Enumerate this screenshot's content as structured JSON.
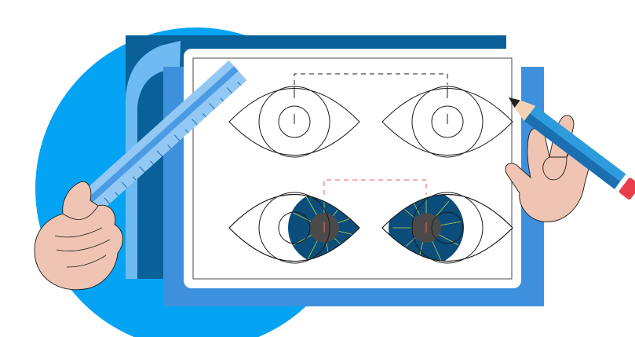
{
  "illustration": {
    "subject": "eye-measurement-diagram",
    "colors": {
      "background": "#ffffff",
      "circle": "#05a3f3",
      "board_dark": "#0a6199",
      "board_mid": "#3d91dc",
      "page_curl": "#6dbbf2",
      "paper": "#ffffff",
      "paper_frame": "#e8e8e8",
      "line": "#1b1b1b",
      "iris": "#0c4d7c",
      "pupil": "#4a4a4a",
      "iris_rays": "#b6d94a",
      "red_dash": "#e85b5b",
      "skin": "#f0c4b2",
      "ruler": "#93c8f4",
      "ruler_stripe": "#4a9be3",
      "pencil": "#2e9bdd",
      "pencil_dark": "#1b6fb0",
      "eraser": "#e83e4b",
      "lead": "#222222",
      "wood": "#f4d3b5"
    },
    "icons": [
      "ruler-icon",
      "pencil-icon",
      "hand-icon",
      "eye-icon"
    ],
    "eyes": [
      {
        "row": "top",
        "side": "left",
        "iris_filled": false
      },
      {
        "row": "top",
        "side": "right",
        "iris_filled": false
      },
      {
        "row": "bottom",
        "side": "left",
        "iris_filled": true
      },
      {
        "row": "bottom",
        "side": "right",
        "iris_filled": true
      }
    ]
  }
}
